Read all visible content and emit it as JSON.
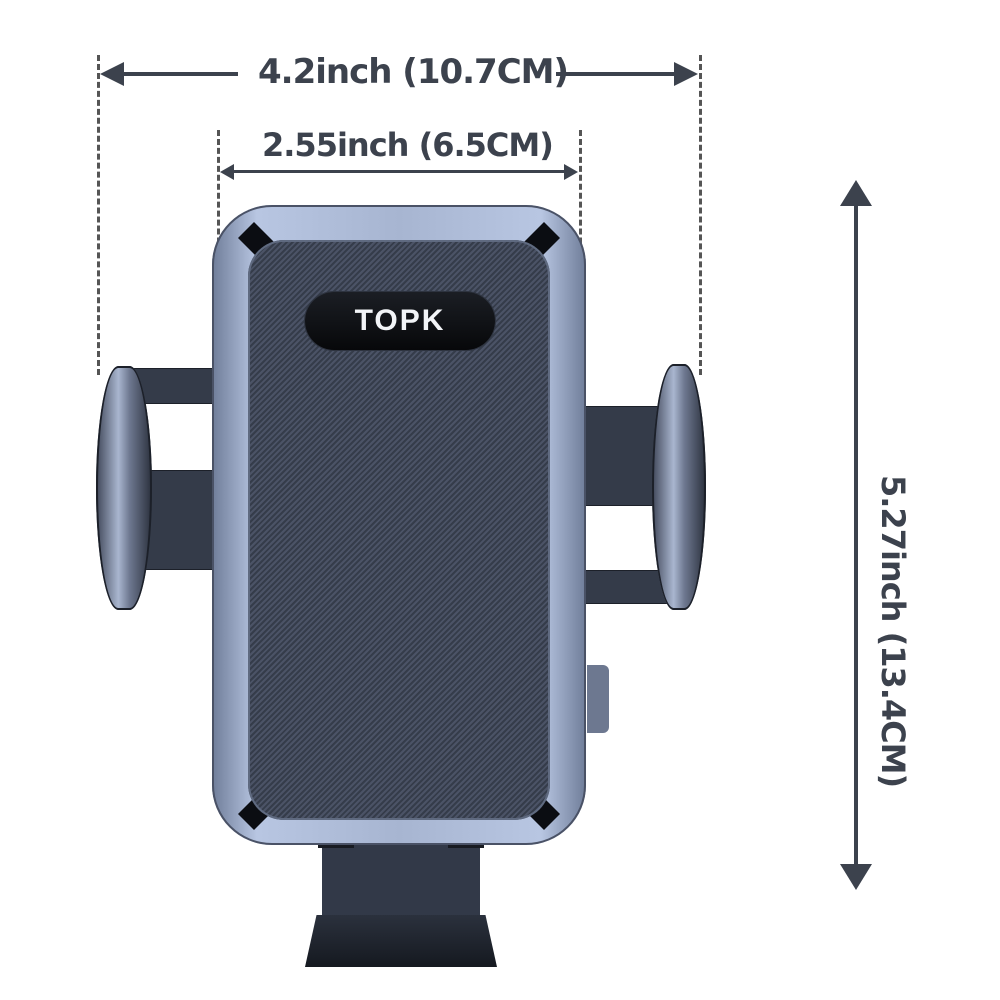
{
  "brand": {
    "logo_text": "TOPK"
  },
  "dimensions": {
    "outer_width": {
      "label": "4.2inch (10.7CM)",
      "inches": 4.2,
      "cm": 10.7
    },
    "inner_width": {
      "label": "2.55inch (6.5CM)",
      "inches": 2.55,
      "cm": 6.5
    },
    "height": {
      "label": "5.27inch (13.4CM)",
      "inches": 5.27,
      "cm": 13.4
    }
  },
  "colors": {
    "annotation": "#3c424d",
    "frame": "#a7b5d1",
    "pad": "#3b4252",
    "logo_background": "#0b0d12",
    "logo_text": "#f2f4f7"
  }
}
